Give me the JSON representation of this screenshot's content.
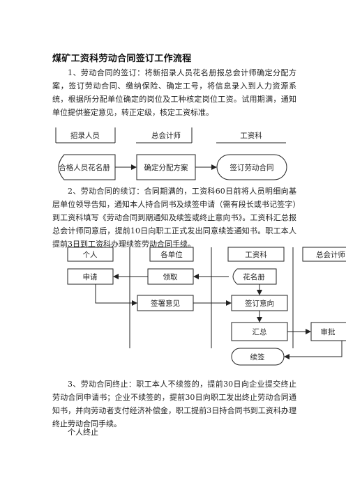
{
  "title": "煤矿工资科劳动合同签订工作流程",
  "paragraphs": {
    "p1": "1、劳动合同的签订：将新招录人员花名册报总会计师确定分配方案，签订劳动合同、缴纳保险、确定工号，将信息录入到人力资源系统，根据所分配单位确定的岗位及工种核定岗位工资。试用期满，通知单位提供鉴定意见，转正定级，核定工资标准。",
    "p2": "2、劳动合同的续订：合同期满的，工资科60日前将人员明细向基层单位领导告知，通知本人持合同书及续签申请（需有段长或书记签字）到工资科填写《劳动合同到期通知及续签或终止意向书》。工资科汇总报总会计师同意后，提前10日向职工正式发出同意续签通知书。职工本人提前3日到工资科办理续签劳动合同手续。",
    "p3": "3、劳动合同终止：职工本人不续签的，提前30日向企业提交终止劳动合同申请书；企业不续签的，提前30日向职工发出终止劳动合同通知书，并向劳动者支付经济补偿金，职工提前3日持合同书到工资科办理终止劳动合同手续。"
  },
  "flow1": {
    "lanes": [
      "招录人员",
      "总会计师",
      "工资科"
    ],
    "nodes": [
      "合格人员花名册",
      "确定分配方案",
      "签订劳动合同"
    ]
  },
  "flow2": {
    "lanes": [
      "个人",
      "各单位",
      "工资科",
      "总会计师"
    ],
    "nodes": {
      "apply": "申请",
      "receive": "领取",
      "roster": "花名册",
      "sign_opinion": "签署意见",
      "sign_intent": "签订意向",
      "summary": "汇总",
      "approve": "审批",
      "renew": "续签"
    }
  },
  "section_label": "个人终止"
}
